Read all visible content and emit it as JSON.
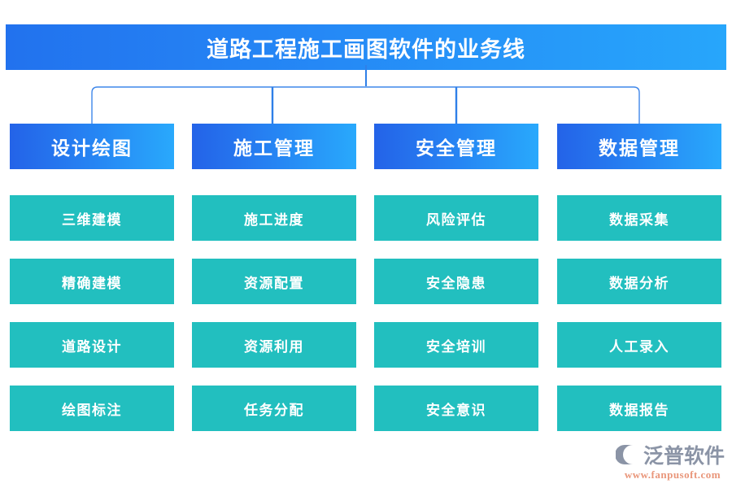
{
  "diagram": {
    "title": "道路工程施工画图软件的业务线",
    "colors": {
      "title_gradient_start": "#2272ee",
      "title_gradient_end": "#27a6fb",
      "category_gradient_start": "#2463e8",
      "category_gradient_end": "#29a9fc",
      "leaf_fill": "#22bfbf",
      "connector_line": "#2f7fe8",
      "background": "#ffffff"
    },
    "columns": [
      {
        "category": "设计绘图",
        "items": [
          "三维建模",
          "精确建模",
          "道路设计",
          "绘图标注"
        ]
      },
      {
        "category": "施工管理",
        "items": [
          "施工进度",
          "资源配置",
          "资源利用",
          "任务分配"
        ]
      },
      {
        "category": "安全管理",
        "items": [
          "风险评估",
          "安全隐患",
          "安全培训",
          "安全意识"
        ]
      },
      {
        "category": "数据管理",
        "items": [
          "数据采集",
          "数据分析",
          "人工录入",
          "数据报告"
        ]
      }
    ]
  },
  "logo": {
    "brand": "泛普软件",
    "url": "www.fanpusoft.com",
    "mark_color_gray": "#8b94a6",
    "mark_color_salmon": "#e9a07c"
  }
}
